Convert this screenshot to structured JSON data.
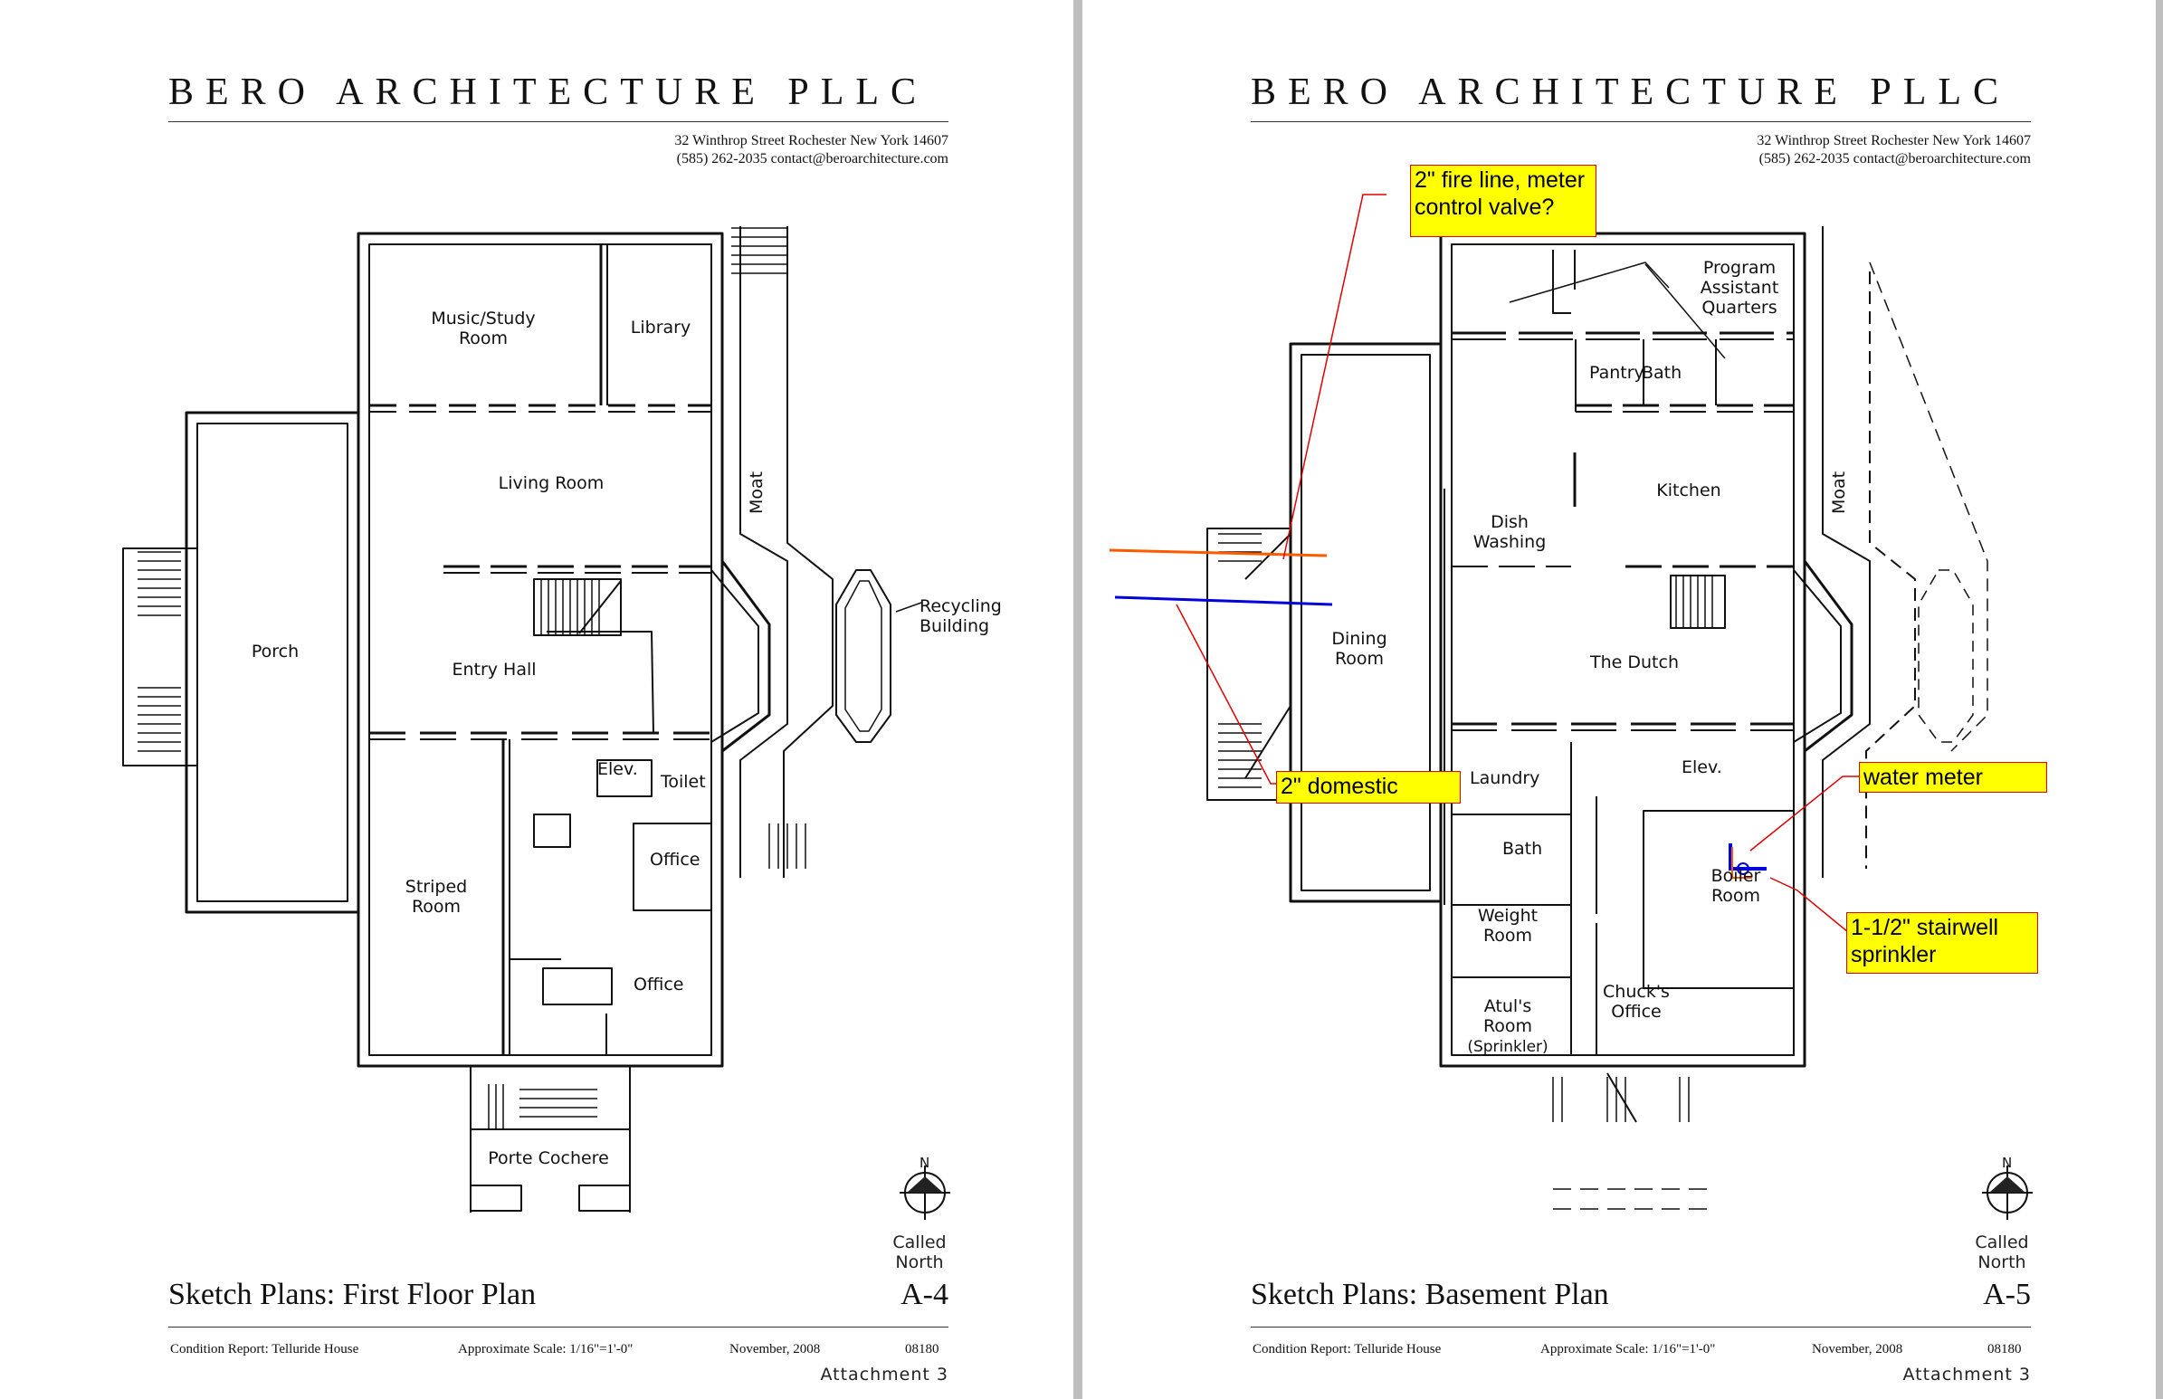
{
  "left": {
    "firm": "BERO ARCHITECTURE PLLC",
    "address_line1": "32 Winthrop Street Rochester New York 14607",
    "address_line2": "(585) 262-2035 contact@beroarchitecture.com",
    "rooms": {
      "music_1": "Music/Study",
      "music_2": "Room",
      "library": "Library",
      "living": "Living Room",
      "moat": "Moat",
      "porch": "Porch",
      "entry": "Entry Hall",
      "recycling_1": "Recycling",
      "recycling_2": "Building",
      "elev": "Elev.",
      "toilet": "Toilet",
      "office_1": "Office",
      "office_2": "Office",
      "striped_1": "Striped",
      "striped_2": "Room",
      "porte": "Porte Cochere"
    },
    "north_letter": "N",
    "north_1": "Called",
    "north_2": "North",
    "sheet_title": "Sketch Plans: First Floor Plan",
    "sheet_no": "A-4",
    "footer_report": "Condition Report: Telluride House",
    "footer_scale": "Approximate Scale: 1/16\"=1'-0\"",
    "footer_date": "November, 2008",
    "footer_job": "08180",
    "attachment": "Attachment 3"
  },
  "right": {
    "firm": "BERO ARCHITECTURE PLLC",
    "address_line1": "32 Winthrop Street Rochester New York 14607",
    "address_line2": "(585) 262-2035 contact@beroarchitecture.com",
    "rooms": {
      "program_1": "Program",
      "program_2": "Assistant",
      "program_3": "Quarters",
      "pantry": "Pantry",
      "bath_1": "Bath",
      "kitchen": "Kitchen",
      "moat": "Moat",
      "dish_1": "Dish",
      "dish_2": "Washing",
      "dining_1": "Dining",
      "dining_2": "Room",
      "dutch": "The Dutch",
      "laundry": "Laundry",
      "elev": "Elev.",
      "bath_2": "Bath",
      "boiler_1": "Boiler",
      "boiler_2": "Room",
      "weight_1": "Weight",
      "weight_2": "Room",
      "chuck_1": "Chuck's",
      "chuck_2": "Office",
      "atul_1": "Atul's",
      "atul_2": "Room",
      "atul_3": "(Sprinkler)"
    },
    "callouts": {
      "fire_1": "2\" fire line, meter",
      "fire_2": "control valve?",
      "domestic": "2\" domestic",
      "meter": "water meter",
      "stair_1": "1-1/2\" stairwell",
      "stair_2": "sprinkler"
    },
    "north_letter": "N",
    "north_1": "Called",
    "north_2": "North",
    "sheet_title": "Sketch Plans: Basement Plan",
    "sheet_no": "A-5",
    "footer_report": "Condition Report: Telluride House",
    "footer_scale": "Approximate Scale: 1/16\"=1'-0\"",
    "footer_date": "November, 2008",
    "footer_job": "08180",
    "attachment": "Attachment 3"
  },
  "colors": {
    "annotation_red": "#e00000",
    "callout_fill": "#ffff00",
    "pipe_orange": "#ff5a00",
    "pipe_blue": "#0000dd"
  }
}
